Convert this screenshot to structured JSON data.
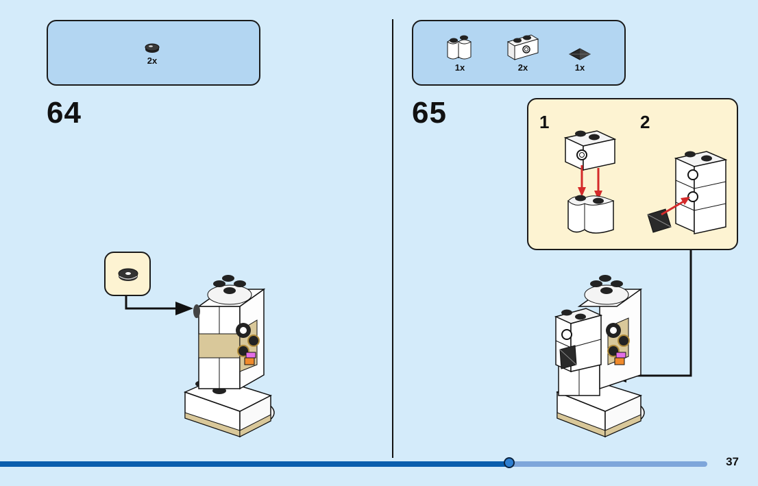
{
  "page": {
    "number": "37",
    "progress_percent": 72
  },
  "steps": [
    {
      "number": "64",
      "parts": [
        {
          "icon": "round-tile-1x1-black-icon",
          "qty": "2x"
        }
      ]
    },
    {
      "number": "65",
      "parts": [
        {
          "icon": "brick-1x2-round-white-icon",
          "qty": "1x"
        },
        {
          "icon": "brick-1x2-technic-hole-white-icon",
          "qty": "2x"
        },
        {
          "icon": "pyramid-tile-black-icon",
          "qty": "1x"
        }
      ],
      "substeps": [
        {
          "number": "1"
        },
        {
          "number": "2"
        }
      ]
    }
  ],
  "colors": {
    "background": "#d4ebfa",
    "parts_box": "#b3d6f2",
    "callout": "#fdf3d2",
    "progress_fill": "#0a5ead",
    "progress_track": "#7ea6da",
    "arrow_red": "#d42a2a",
    "tan": "#d9c89a"
  }
}
